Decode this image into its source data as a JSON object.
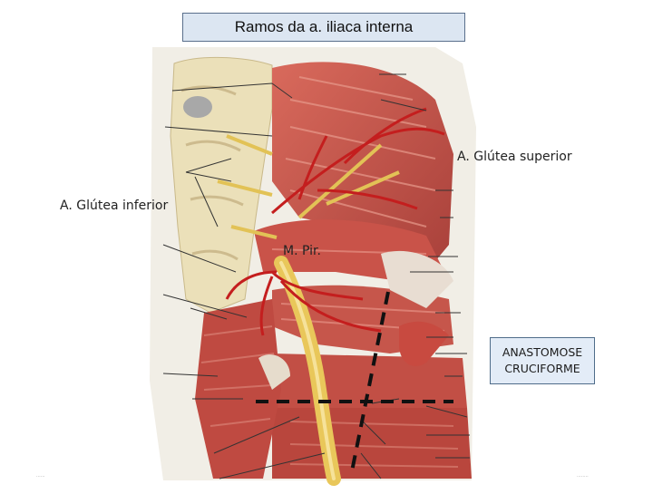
{
  "title": "Ramos da a. iliaca interna",
  "labels": {
    "glutea_superior": "A. Glútea superior",
    "glutea_inferior": "A. Glútea inferior",
    "piriforme": "M. Pir.",
    "anastomose_line1": "ANASTOMOSE",
    "anastomose_line2": "CRUCIFORME"
  },
  "colors": {
    "muscle": "#c9534a",
    "muscle_dark": "#9e3a32",
    "artery": "#c41e1e",
    "nerve": "#e7c452",
    "bone": "#ebe0b9",
    "tendon": "#e8ddd2",
    "title_bg": "#dce6f2",
    "box_bg": "#e3ecf7"
  }
}
